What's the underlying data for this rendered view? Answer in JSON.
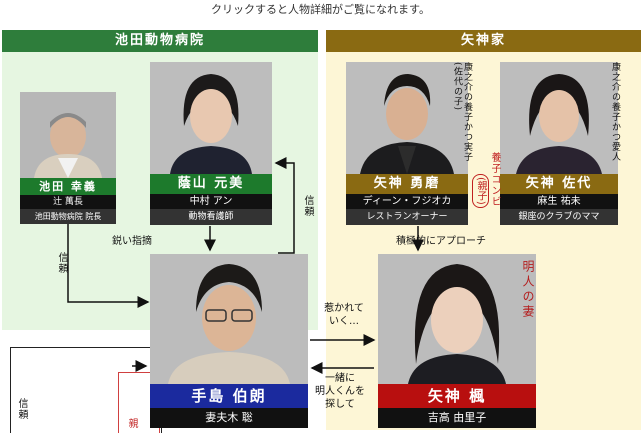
{
  "note": "クリックすると人物詳細がご覧になれます。",
  "sections": {
    "ikeda": {
      "title": "池田動物病院"
    },
    "yagami": {
      "title": "矢神家"
    }
  },
  "people": {
    "ikeda_yukiyoshi": {
      "name": "池田 幸義",
      "actor": "辻 萬長",
      "role": "池田動物病院 院長"
    },
    "aiyama_motomi": {
      "name": "蔭山 元美",
      "actor": "中村 アン",
      "role": "動物看護師"
    },
    "yagami_yuma": {
      "name": "矢神 勇磨",
      "actor": "ディーン・フジオカ",
      "role": "レストランオーナー"
    },
    "yagami_sayo": {
      "name": "矢神 佐代",
      "actor": "麻生 祐未",
      "role": "銀座のクラブのママ"
    },
    "tejima_hakuro": {
      "name": "手島 伯朗",
      "actor": "妻夫木 聡"
    },
    "yagami_kaede": {
      "name": "矢神 楓",
      "actor": "吉高 由里子"
    }
  },
  "relations": {
    "sharp_pointer": "鋭い指摘",
    "trust_right": "信頼",
    "trust_left": "信頼",
    "trust_bottom": "信頼",
    "approach": "積極的にアプローチ",
    "attracted": "惹かれて\nいく…",
    "search_together": "一緒に\n明人くんを\n探して",
    "wife": "明人の妻",
    "adopted_combo": "養子コンビ",
    "adopted_combo_paren": "(親子)",
    "yuma_note": "康之介の養子かつ実子(佐代の子)",
    "sayo_note": "康之介の養子かつ愛人",
    "bottom_red": "親"
  }
}
